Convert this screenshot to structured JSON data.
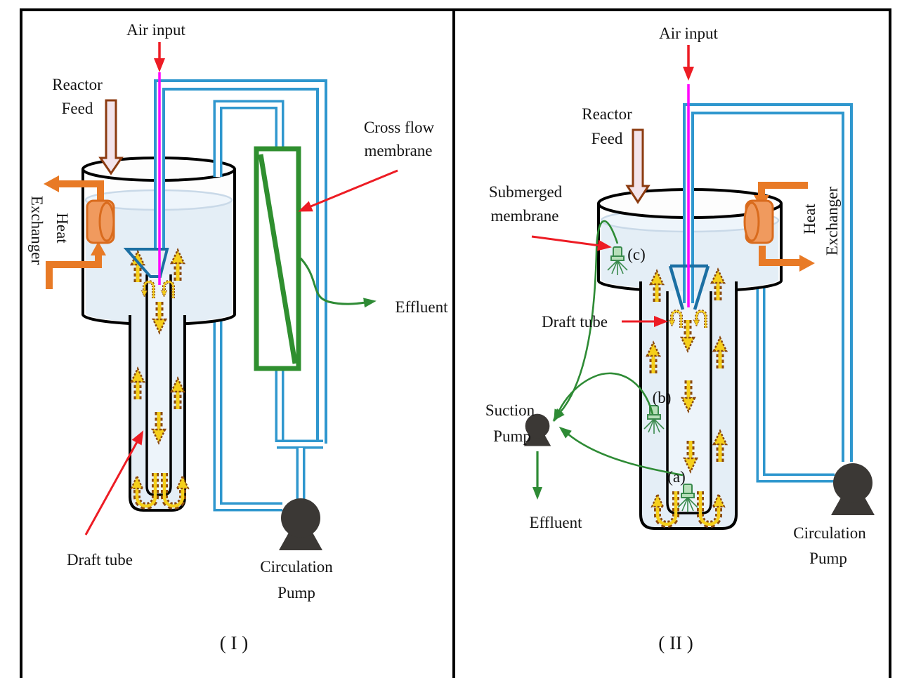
{
  "figure": {
    "type": "schematic-diagram",
    "description": "Two airlift draft-tube membrane bioreactor configurations"
  },
  "colors": {
    "pipe_blue": "#2f97ce",
    "air_line_magenta": "#ff00ff",
    "annotation_red": "#ed1c24",
    "membrane_green": "#2f8f2f",
    "annotation_green": "#2e8b35",
    "heat_exchanger_orange": "#e87a26",
    "heat_exchanger_fill": "#f09a5e",
    "reactor_feed_brown": "#8c3b10",
    "reactor_feed_fill": "#f3e4eb",
    "flow_arrow_yellow": "#f5cf1b",
    "flow_arrow_brown": "#8a4a10",
    "vessel_liquid": "#e4eef6",
    "pump_dark": "#3b3835",
    "funnel_blue": "#1b6fa3"
  },
  "panels": {
    "left": {
      "figure_label": "( I )",
      "labels": {
        "air_input": "Air input",
        "reactor_line1": "Reactor",
        "reactor_line2": "Feed",
        "heat_line1": "Heat",
        "heat_line2": "Exchanger",
        "membrane_line1": "Cross flow",
        "membrane_line2": "membrane",
        "effluent": "Effluent",
        "draft_tube": "Draft tube",
        "pump_line1": "Circulation",
        "pump_line2": "Pump"
      }
    },
    "right": {
      "figure_label": "( II )",
      "labels": {
        "air_input": "Air input",
        "reactor_line1": "Reactor",
        "reactor_line2": "Feed",
        "submerged_line1": "Submerged",
        "submerged_line2": "membrane",
        "heat_line1": "Heat",
        "heat_line2": "Exchanger",
        "draft_tube": "Draft tube",
        "suction_line1": "Suction",
        "suction_line2": "Pump",
        "effluent": "Effluent",
        "pump_line1": "Circulation",
        "pump_line2": "Pump",
        "membrane_a": "(a)",
        "membrane_b": "(b)",
        "membrane_c": "(c)"
      }
    }
  }
}
